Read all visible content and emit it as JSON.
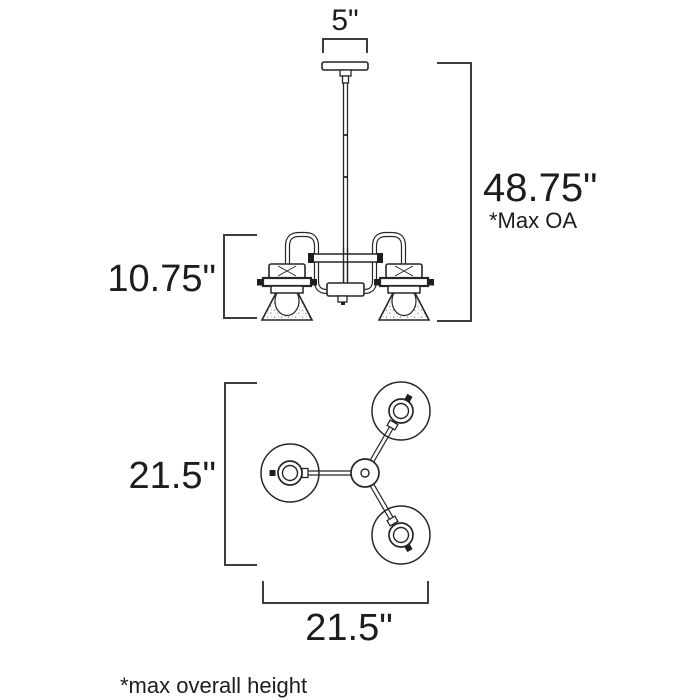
{
  "drawing": {
    "description": "3-light chandelier dimension diagram",
    "line_color": "#262626",
    "background": "#ffffff",
    "side_view": {
      "canopy_width_label": "5\"",
      "overall_height_label": "48.75\"",
      "overall_height_note": "*Max OA",
      "fixture_height_label": "10.75\""
    },
    "top_view": {
      "light_count": 3,
      "depth_label": "21.5\"",
      "width_label": "21.5\""
    },
    "footnote": "*max overall height"
  }
}
